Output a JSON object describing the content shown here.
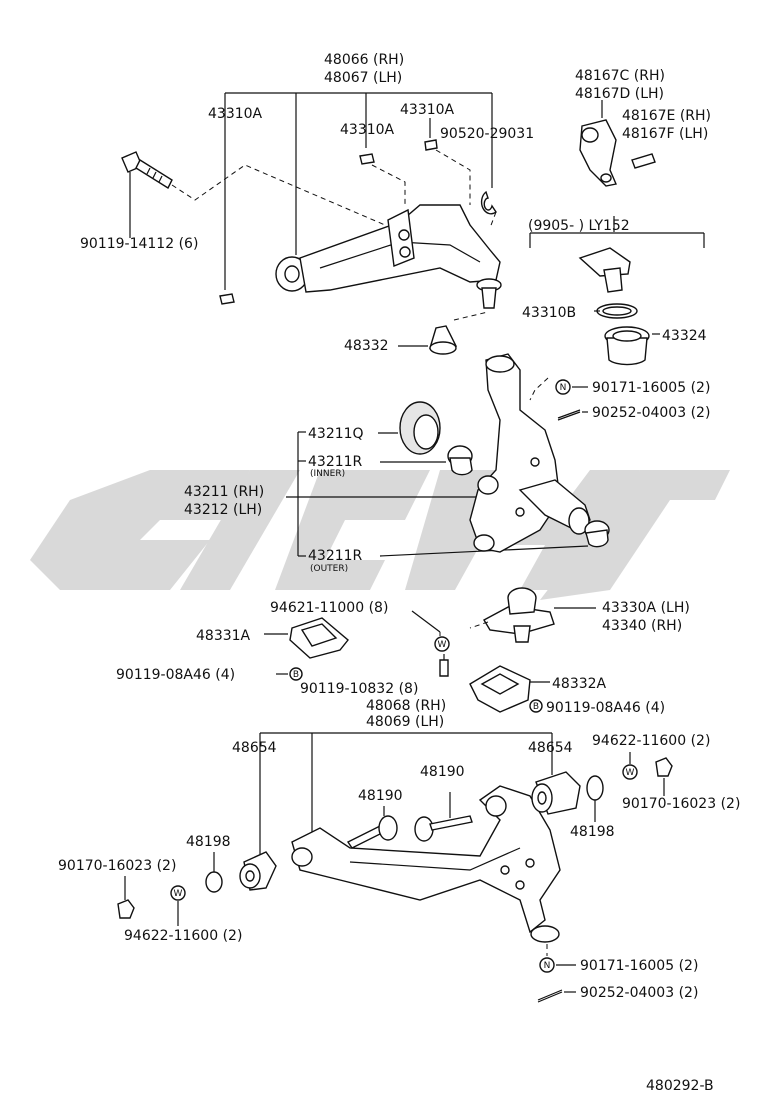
{
  "labels": {
    "l48066": "48066 (RH)",
    "l48067": "48067 (LH)",
    "l43310a_1": "43310A",
    "l43310a_2": "43310A",
    "l43310a_3": "43310A",
    "l90520": "90520-29031",
    "l48167c": "48167C (RH)",
    "l48167d": "48167D (LH)",
    "l48167e": "48167E (RH)",
    "l48167f": "48167F (LH)",
    "l90119_14112": "90119-14112 (6)",
    "l9905": "(9905-        ) LY152",
    "l43310b": "43310B",
    "l43324": "43324",
    "l48332": "48332",
    "l90171_top": "90171-16005 (2)",
    "l90252_top": "90252-04003 (2)",
    "l43211q": "43211Q",
    "l43211r_in": "43211R",
    "inner": "(INNER)",
    "l43211": "43211 (RH)",
    "l43212": "43212 (LH)",
    "l43211r_out": "43211R",
    "outer": "(OUTER)",
    "l94621": "94621-11000 (8)",
    "l43330a": "43330A (LH)",
    "l43340": "43340   (RH)",
    "l48331a": "48331A",
    "l90119_08a46_l": "90119-08A46 (4)",
    "l90119_10832": "90119-10832 (8)",
    "l48332a": "48332A",
    "l90119_08a46_r": "90119-08A46 (4)",
    "l48068": "48068 (RH)",
    "l48069": "48069 (LH)",
    "l48654_l": "48654",
    "l48654_r": "48654",
    "l94622_r": "94622-11600 (2)",
    "l48190_a": "48190",
    "l48190_b": "48190",
    "l90170_r": "90170-16023 (2)",
    "l48198_l": "48198",
    "l48198_r": "48198",
    "l90170_l": "90170-16023 (2)",
    "l94622_l": "94622-11600 (2)",
    "l90171_bot": "90171-16005 (2)",
    "l90252_bot": "90252-04003 (2)",
    "diagram_no": "480292-B"
  },
  "symbols": {
    "n": "N",
    "w": "W",
    "b": "B"
  }
}
